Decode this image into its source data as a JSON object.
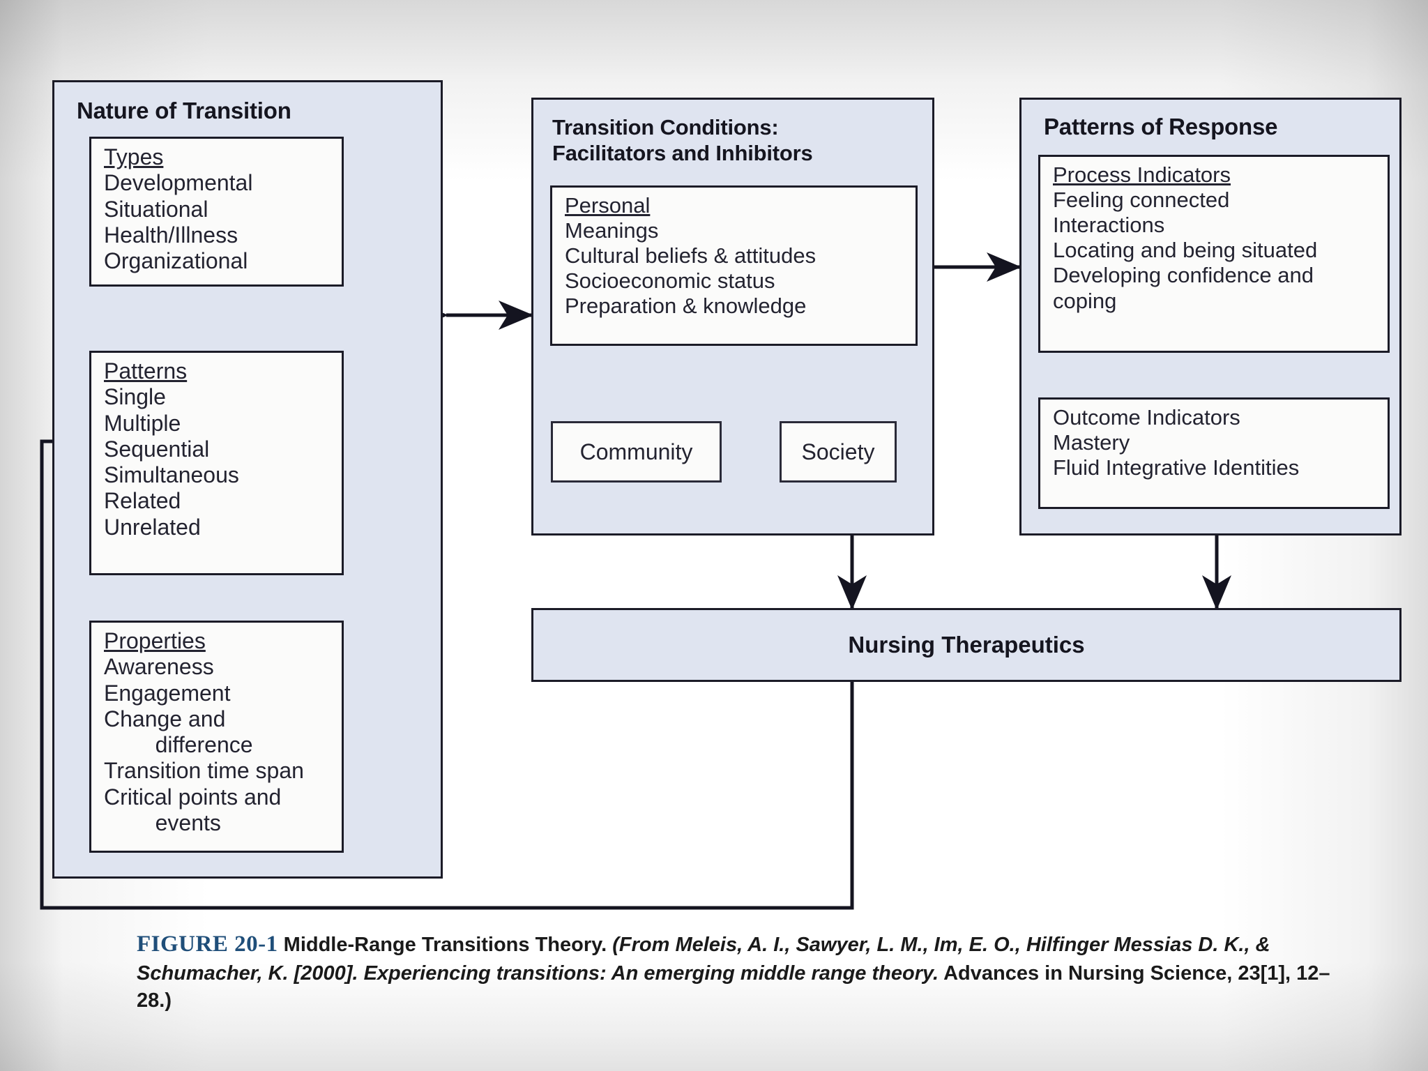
{
  "figure": {
    "number": "FIGURE 20-1",
    "title": "Middle-Range Transitions Theory.",
    "source_part1": "(From Meleis, A. I., Sawyer, L. M., Im, E. O., Hilfinger Messias D. K., & Schumacher, K. [2000]. Experiencing transitions: An emerging middle range theory.",
    "source_part2": " Advances in Nursing Science, 23[1], 12–28.)"
  },
  "panels": {
    "nature": {
      "title": "Nature of Transition",
      "boxes": [
        {
          "heading": "Types",
          "items": [
            "Developmental",
            "Situational",
            "Health/Illness",
            "Organizational"
          ]
        },
        {
          "heading": "Patterns",
          "items": [
            "Single",
            "Multiple",
            "Sequential",
            "Simultaneous",
            "Related",
            "Unrelated"
          ]
        },
        {
          "heading": "Properties",
          "items": [
            "Awareness",
            "Engagement",
            "Change and",
            "difference",
            "Transition time span",
            "Critical points and",
            "events"
          ]
        }
      ]
    },
    "conditions": {
      "title": "Transition Conditions:\nFacilitators and Inhibitors",
      "personal": {
        "heading": "Personal",
        "items": [
          "Meanings",
          "Cultural beliefs & attitudes",
          "Socioeconomic status",
          "Preparation & knowledge"
        ]
      },
      "community_label": "Community",
      "society_label": "Society"
    },
    "response": {
      "title": "Patterns of Response",
      "process": {
        "heading": "Process Indicators",
        "items": [
          "Feeling connected",
          "Interactions",
          "Locating and being situated",
          "Developing confidence and",
          "coping"
        ]
      },
      "outcome": {
        "heading": "Outcome Indicators",
        "items": [
          "Mastery",
          "Fluid Integrative Identities"
        ]
      }
    },
    "therapeutics": {
      "title": "Nursing Therapeutics"
    }
  },
  "colors": {
    "panel_fill": "#dfe4f0",
    "box_fill": "#fbfbfa",
    "stroke": "#1b1b27",
    "figno": "#1f4e79"
  }
}
